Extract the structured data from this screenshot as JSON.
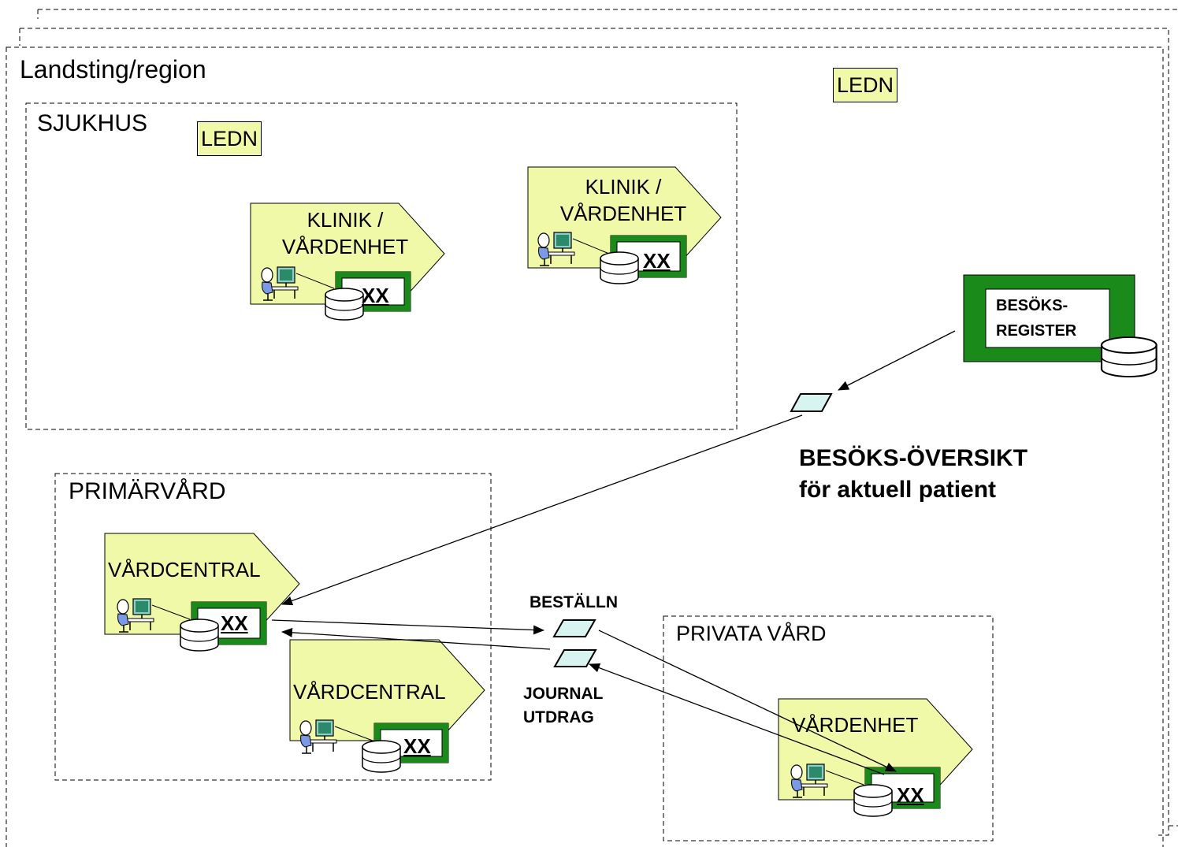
{
  "region": {
    "title": "Landsting/region",
    "ledn": "LEDN"
  },
  "sjukhus": {
    "title": "SJUKHUS",
    "ledn": "LEDN",
    "units": [
      {
        "line1": "KLINIK /",
        "line2": "VÅRDENHET",
        "system": "XX"
      },
      {
        "line1": "KLINIK /",
        "line2": "VÅRDENHET",
        "system": "XX"
      }
    ]
  },
  "registry": {
    "line1": "BESÖKS-",
    "line2": "REGISTER"
  },
  "overview": {
    "line1": "BESÖKS-ÖVERSIKT",
    "line2": "för aktuell patient"
  },
  "primarvard": {
    "title": "PRIMÄRVÅRD",
    "units": [
      {
        "label": "VÅRDCENTRAL",
        "system": "XX"
      },
      {
        "label": "VÅRDCENTRAL",
        "system": "XX"
      }
    ]
  },
  "messages": {
    "order": "BESTÄLLN",
    "extract_line1": "JOURNAL",
    "extract_line2": "UTDRAG"
  },
  "privata": {
    "title": "PRIVATA VÅRD",
    "unit": {
      "label": "VÅRDENHET",
      "system": "XX"
    }
  },
  "colors": {
    "unit_fill": "#f0f9a8",
    "system_frame": "#1a8a1a",
    "message_fill": "#d8f4f0"
  }
}
